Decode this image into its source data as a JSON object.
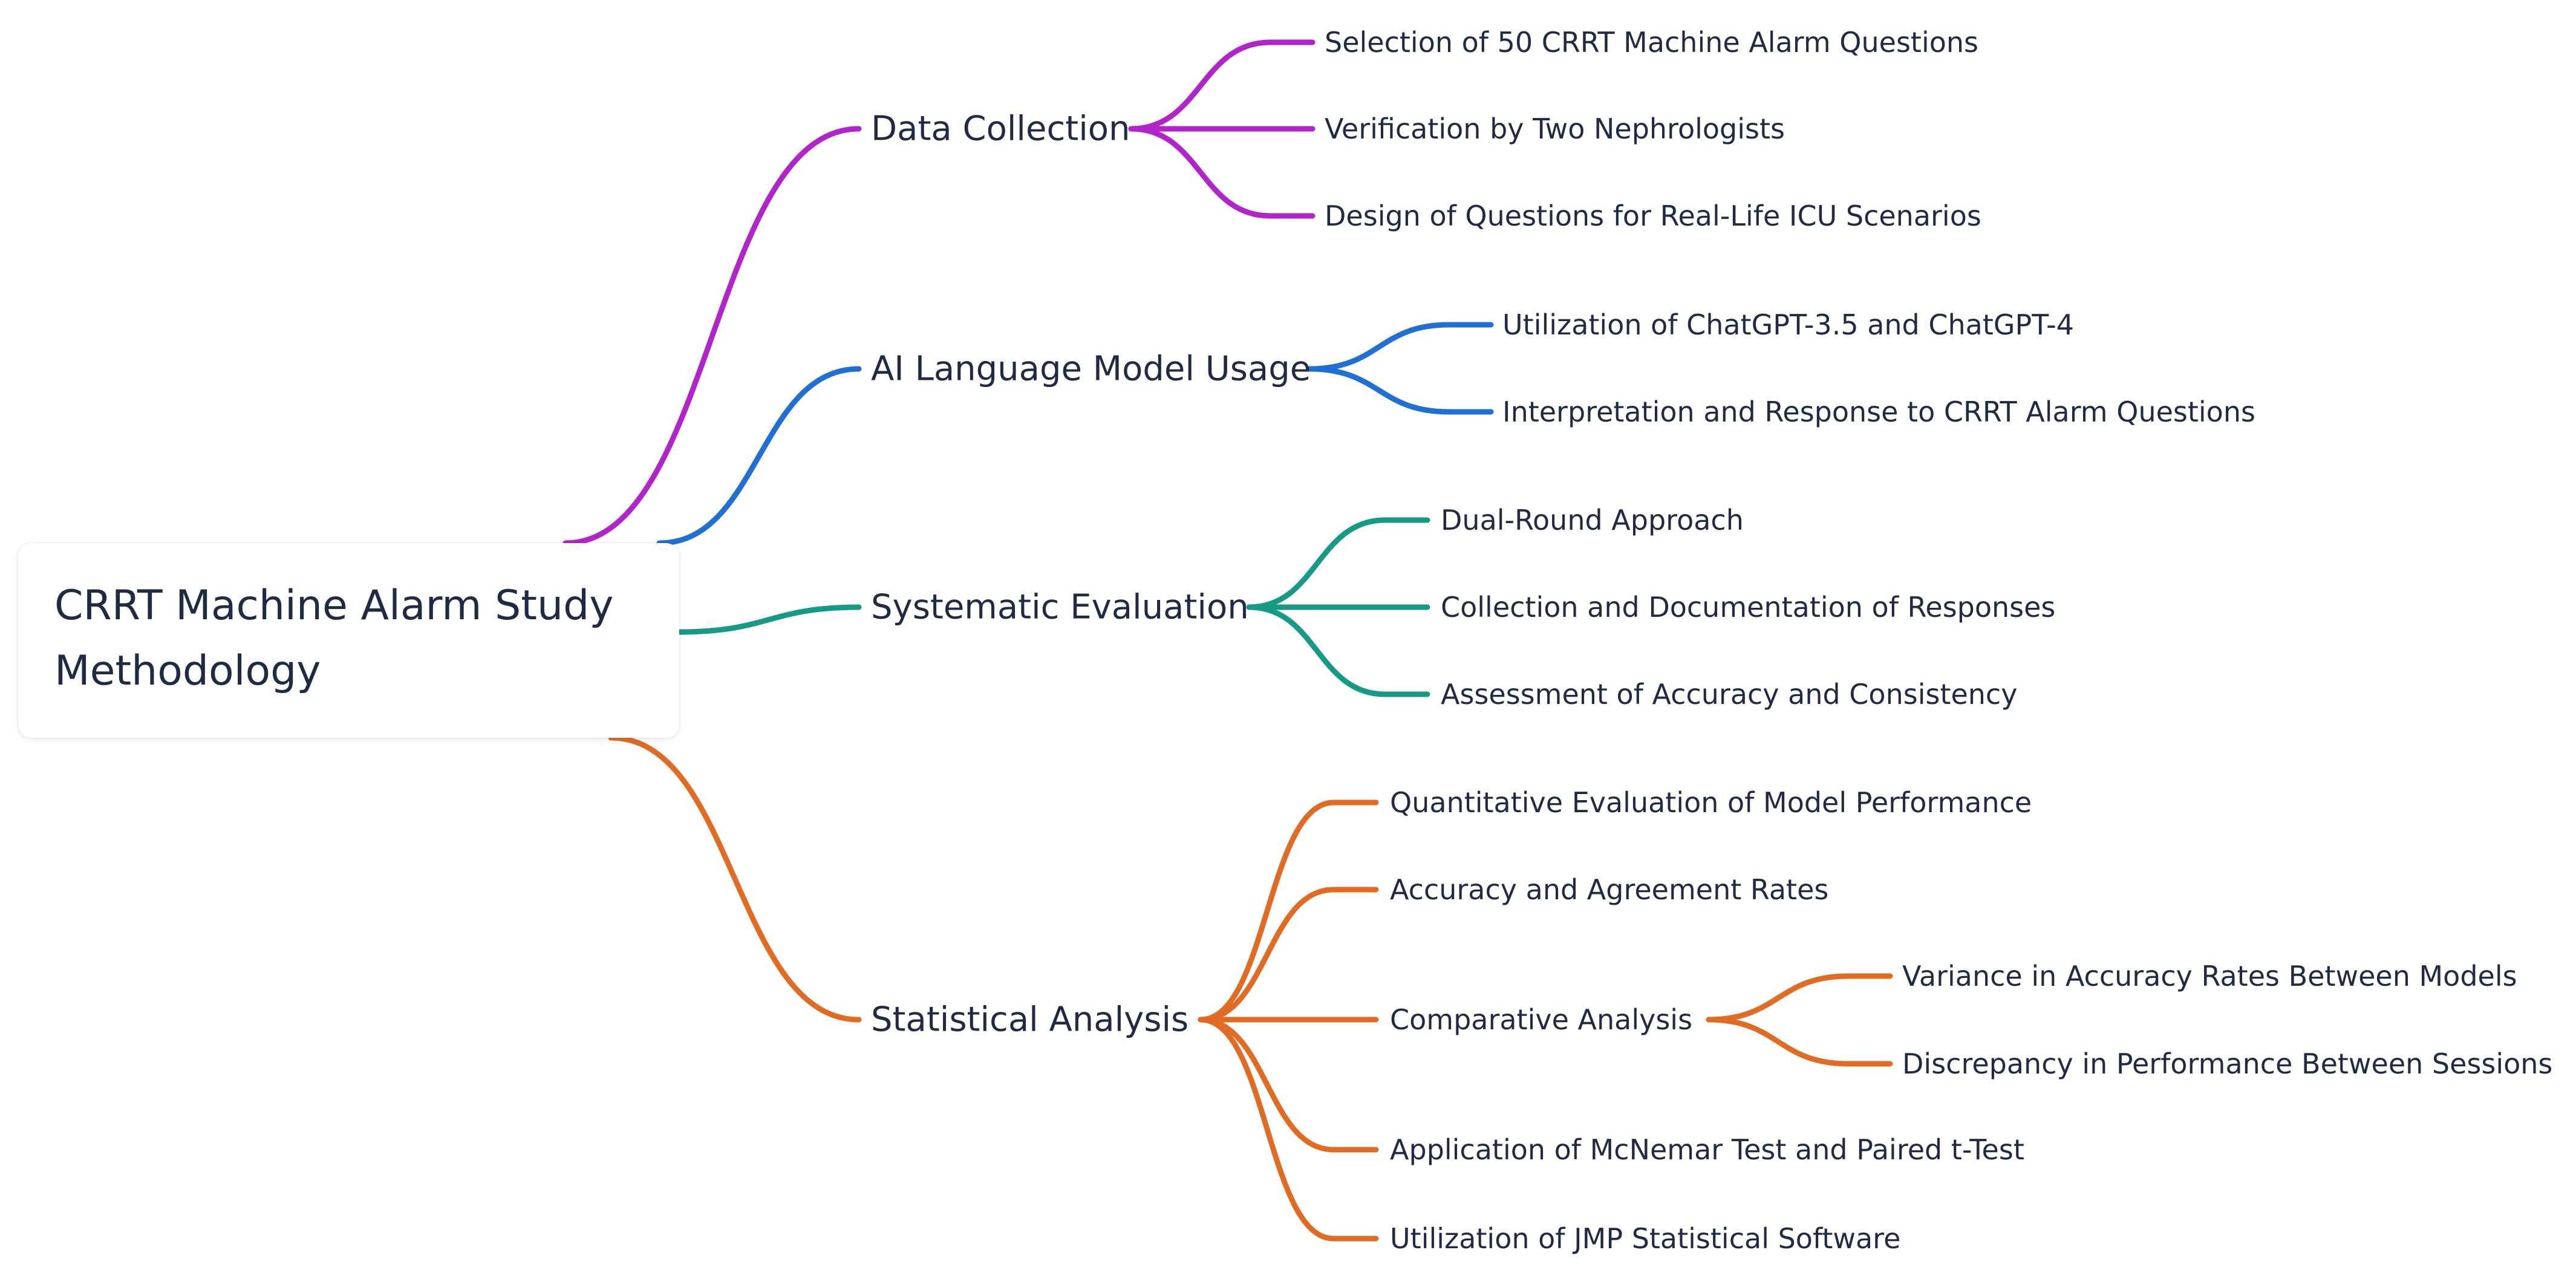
{
  "root": {
    "line1": "CRRT Machine Alarm Study",
    "line2": "Methodology"
  },
  "colors": {
    "data_collection": "#b124c9",
    "ai_language_model_usage": "#1f6fd4",
    "systematic_evaluation": "#159a86",
    "statistical_analysis": "#e26b24"
  },
  "branches": {
    "data_collection": {
      "label": "Data Collection",
      "children": [
        "Selection of 50 CRRT Machine Alarm Questions",
        "Verification by Two Nephrologists",
        "Design of Questions for Real-Life ICU Scenarios"
      ]
    },
    "ai_language_model_usage": {
      "label": "AI Language Model Usage",
      "children": [
        "Utilization of ChatGPT-3.5 and ChatGPT-4",
        "Interpretation and Response to CRRT Alarm Questions"
      ]
    },
    "systematic_evaluation": {
      "label": "Systematic Evaluation",
      "children": [
        "Dual-Round Approach",
        "Collection and Documentation of Responses",
        "Assessment of Accuracy and Consistency"
      ]
    },
    "statistical_analysis": {
      "label": "Statistical Analysis",
      "children": [
        "Quantitative Evaluation of Model Performance",
        "Accuracy and Agreement Rates",
        "Comparative Analysis",
        "Application of McNemar Test and Paired t-Test",
        "Utilization of JMP Statistical Software"
      ],
      "comparative_analysis_children": [
        "Variance in Accuracy Rates Between Models",
        "Discrepancy in Performance Between Sessions"
      ]
    }
  }
}
